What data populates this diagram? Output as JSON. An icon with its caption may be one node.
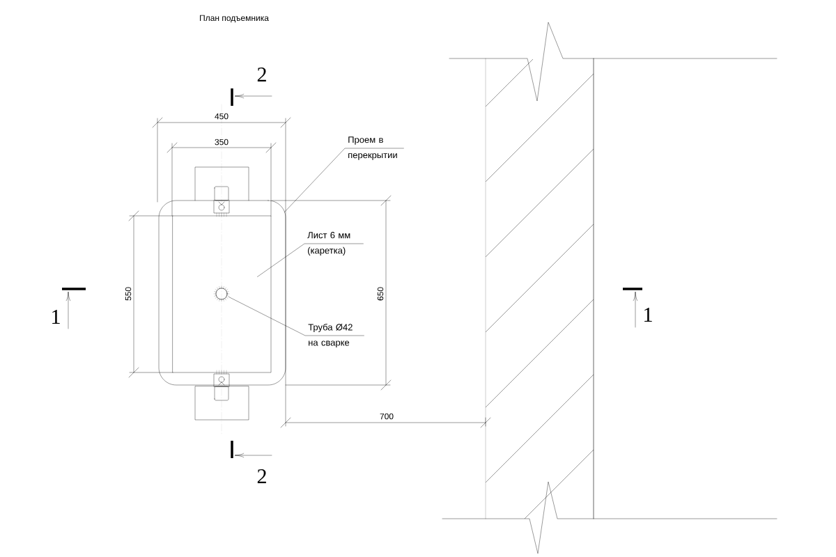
{
  "diagram": {
    "title": "План подъемника",
    "nodes": [
      {
        "text": [
          "Проем в перекрытии"
        ]
      },
      {
        "text": [],
        "shape": "box"
      },
      {
        "text": [
          "Лист 6 мм (каретка)"
        ]
      },
      {
        "text": [],
        "shape": "box",
        "in": 1
      },
      {
        "text": [
          "Труба Ø42 на сварке"
        ]
      },
      {
        "text": [],
        "shape": "circle",
        "in": 3
      }
    ],
    "edges": [
      {
        "from": 0,
        "to": 1,
        "arrow": "none"
      },
      {
        "from": 2,
        "to": 3,
        "arrow": "none"
      },
      {
        "from": 4,
        "to": 5,
        "arrow": "none"
      }
    ],
    "labels": [
      "2",
      "450",
      "350",
      "1",
      "550",
      "650",
      "1",
      "700",
      "2"
    ]
  }
}
